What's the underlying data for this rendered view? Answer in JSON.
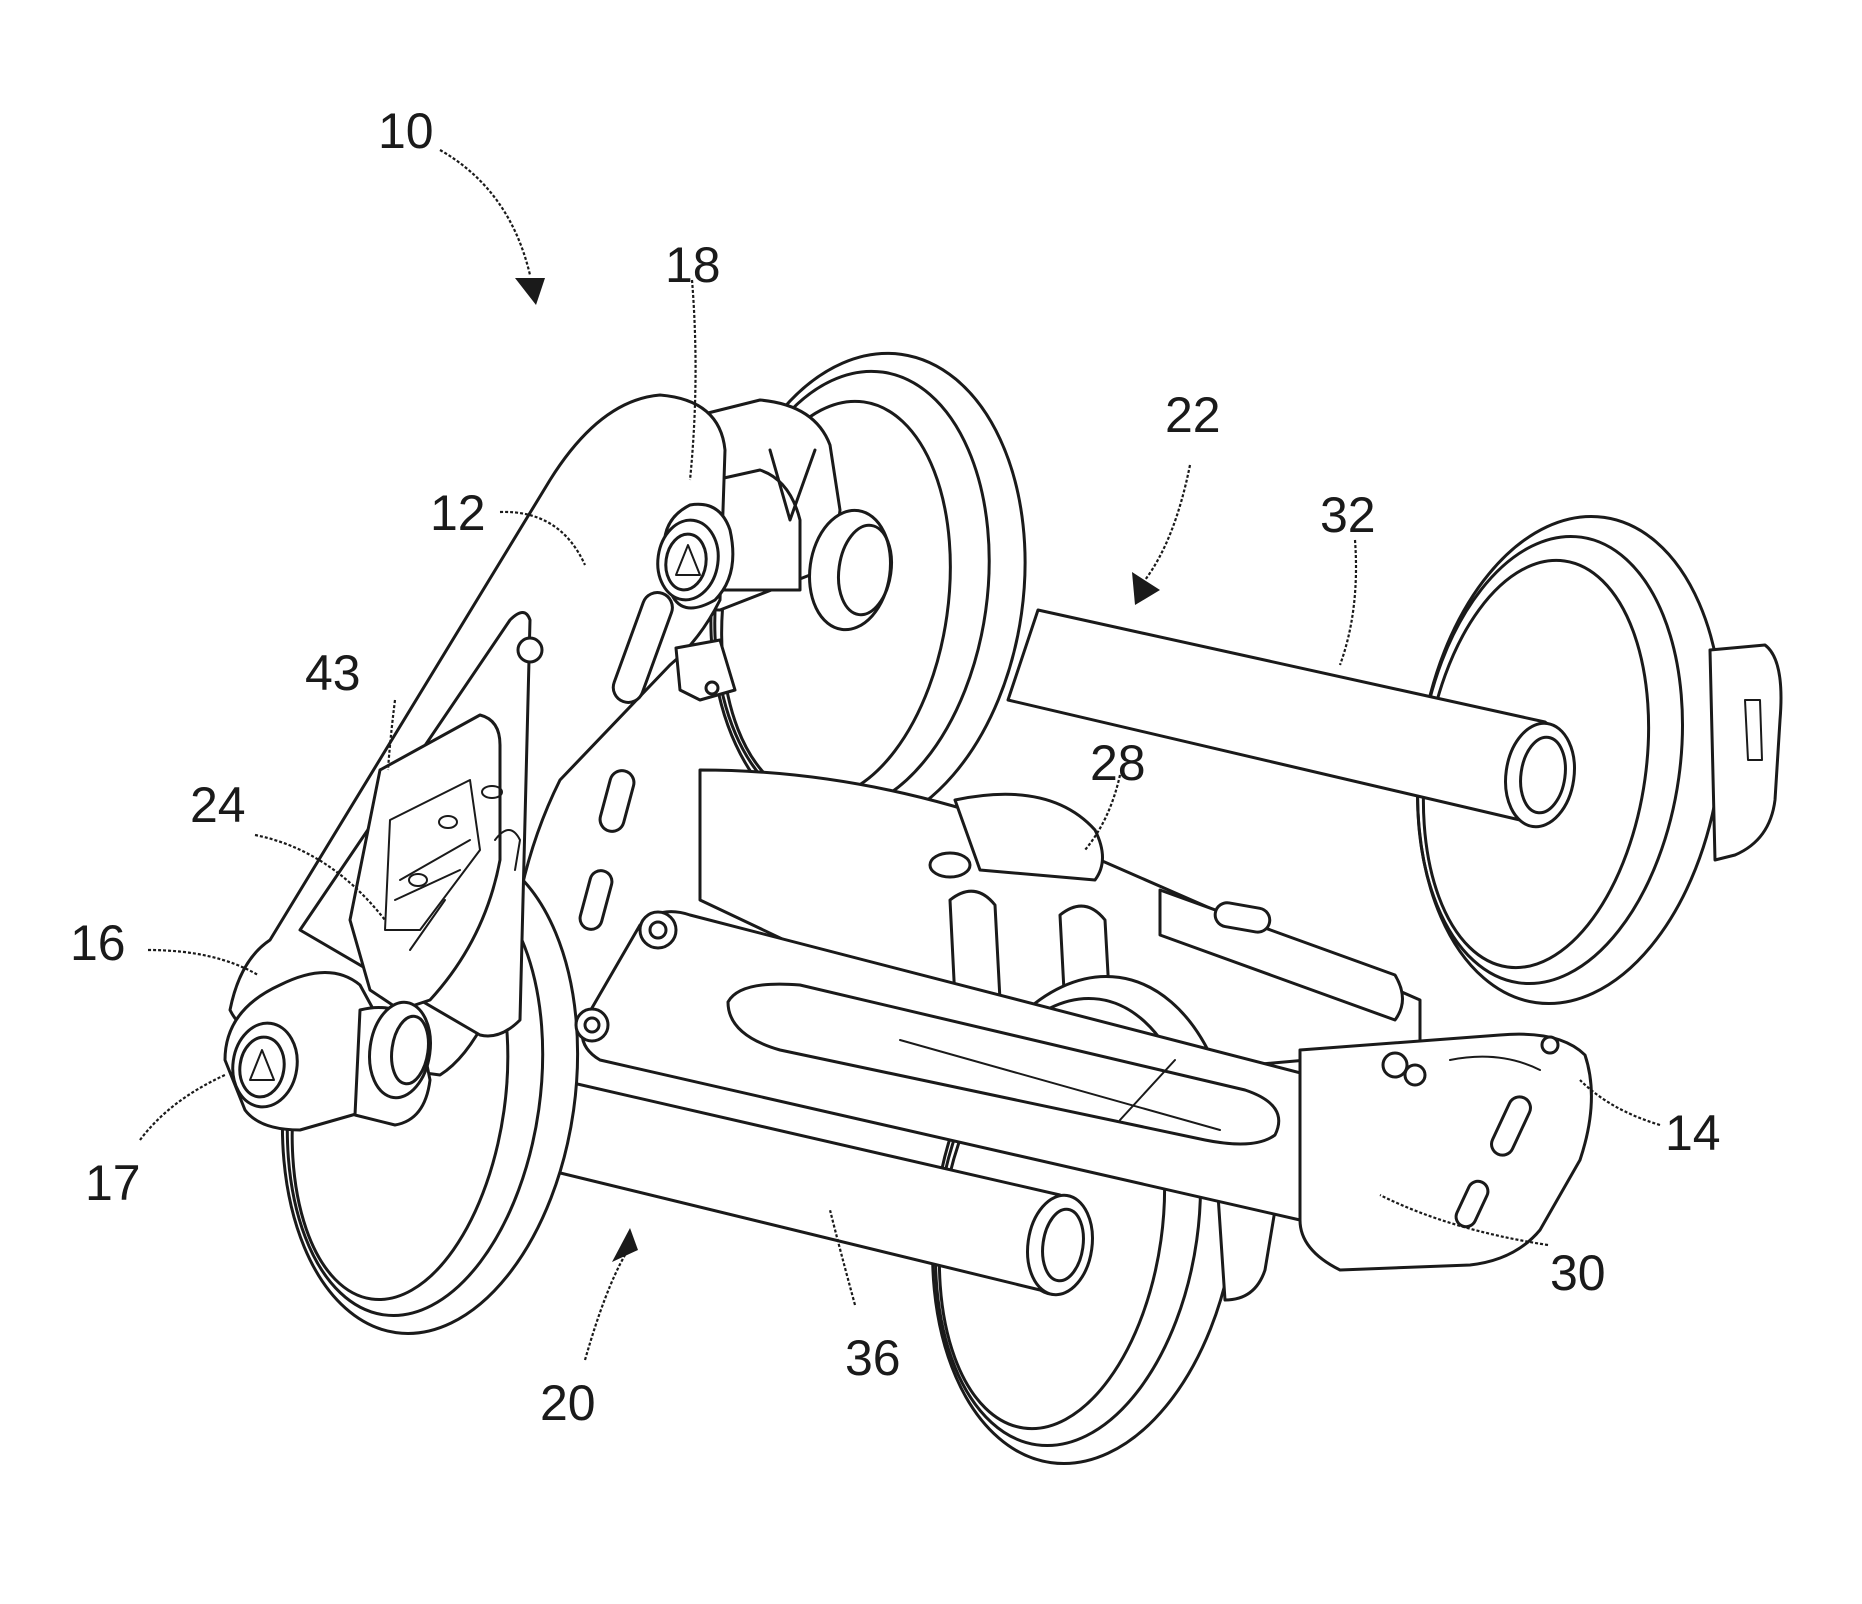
{
  "figure": {
    "labels": {
      "l10": "10",
      "l18": "18",
      "l22": "22",
      "l32": "32",
      "l12": "12",
      "l43": "43",
      "l28": "28",
      "l24": "24",
      "l16": "16",
      "l17": "17",
      "l14": "14",
      "l30": "30",
      "l36": "36",
      "l20": "20"
    }
  }
}
